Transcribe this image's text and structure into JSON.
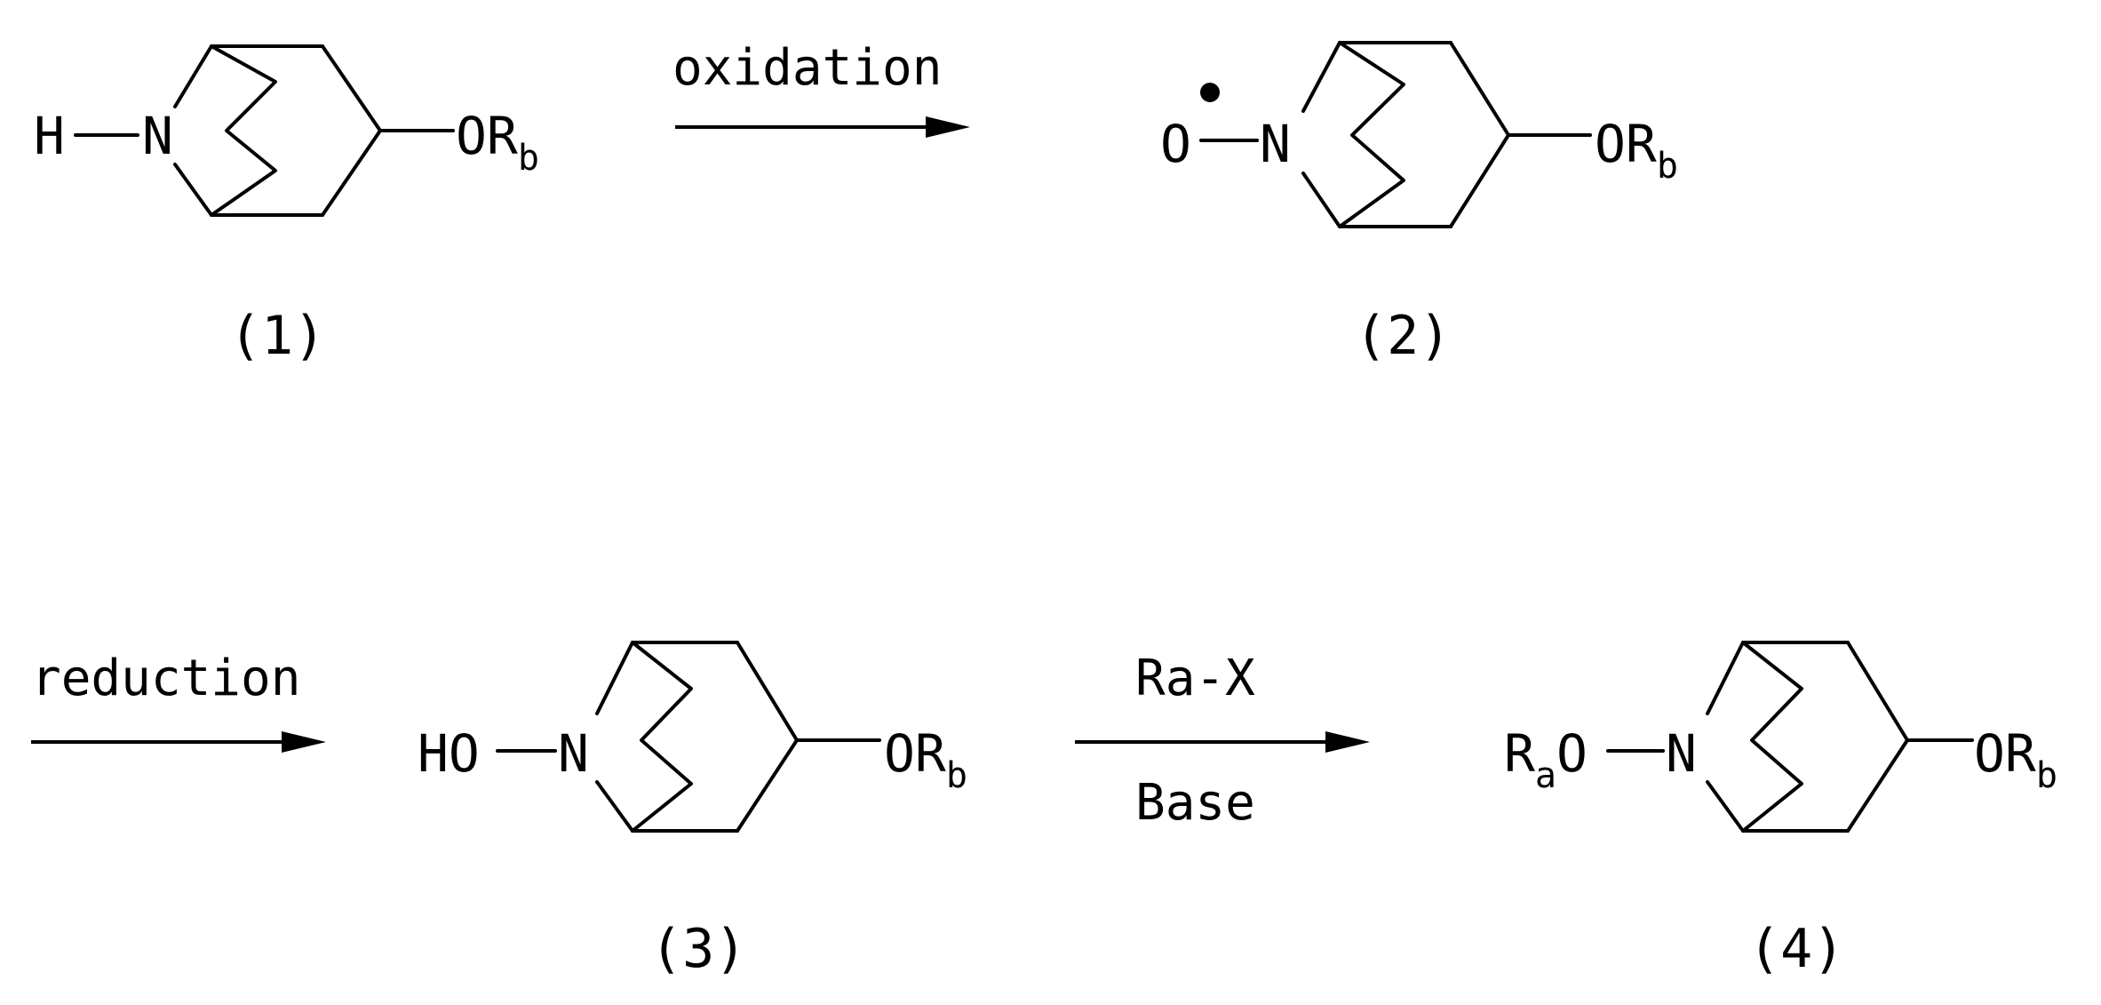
{
  "compounds": [
    {
      "number": "(1)",
      "substituent_on_N": "H",
      "substituent_on_C": "OR",
      "substituent_on_C_sub": "b",
      "radical_dot": false
    },
    {
      "number": "(2)",
      "substituent_on_N": "O",
      "substituent_on_C": "OR",
      "substituent_on_C_sub": "b",
      "radical_dot": true
    },
    {
      "number": "(3)",
      "substituent_on_N": "HO",
      "substituent_on_C": "OR",
      "substituent_on_C_sub": "b",
      "radical_dot": false
    },
    {
      "number": "(4)",
      "substituent_on_N": "R",
      "substituent_on_N_sub": "a",
      "substituent_on_N_tail": "O",
      "substituent_on_C": "OR",
      "substituent_on_C_sub": "b",
      "radical_dot": false
    }
  ],
  "ring_atom_label": "N",
  "steps": [
    {
      "above": "oxidation",
      "below": ""
    },
    {
      "above": "reduction",
      "below": ""
    },
    {
      "above": "Ra-X",
      "below": "Base"
    }
  ]
}
